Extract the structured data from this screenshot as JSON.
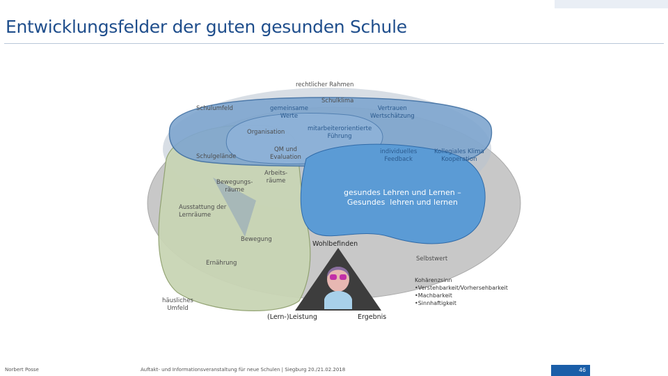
{
  "title": "Entwicklungsfelder der guten gesunden Schule",
  "diagram": {
    "rechtlicher_rahmen": "rechtlicher Rahmen",
    "schulklima": "Schulklima",
    "schulumfeld": "Schulumfeld",
    "gemeinsame_werte": "gemeinsame\nWerte",
    "vertrauen": "Vertrauen\nWertschätzung",
    "organisation": "Organisation",
    "mitarbeiter": "mitarbeiterorientierte\nFührung",
    "schulgelaende": "Schulgelände",
    "qm": "QM und\nEvaluation",
    "individuelles_feedback": "individuelles\nFeedback",
    "kollegiales_klima": "Kollegiales Klima\nKooperation",
    "arbeitsraeume": "Arbeits-\nräume",
    "bewegungsraeume": "Bewegungs-\nräume",
    "gesundes_lehren": "gesundes Lehren und Lernen –\nGesundes  lehren und lernen",
    "ausstattung": "Ausstattung der\nLernräume",
    "bewegung": "Bewegung",
    "wohlbefinden": "Wohlbefinden",
    "selbstwert": "Selbstwert",
    "ernaehrung": "Ernährung",
    "haeusliches_umfeld": "häusliches\nUmfeld",
    "lernleistung": "(Lern-)Leistung",
    "ergebnis": "Ergebnis",
    "kohaerenz_title": "Kohärenzsinn",
    "kohaerenz_items": [
      "•Verstehbarkeit/Vorhersehbarkeit",
      "•Machbarkeit",
      "•Sinnhaftigkeit"
    ]
  },
  "footer": {
    "author": "Norbert Posse",
    "event": "Auftakt- und Informationsveranstaltung für neue Schulen | Siegburg 20./21.02.2018",
    "page": "46"
  },
  "colors": {
    "title": "#1f4e8c",
    "blue_blob": "#5b9bd5",
    "school_climate": "#7fa6cf",
    "green": "#c9d5b5",
    "grey": "#c8c8c8"
  }
}
